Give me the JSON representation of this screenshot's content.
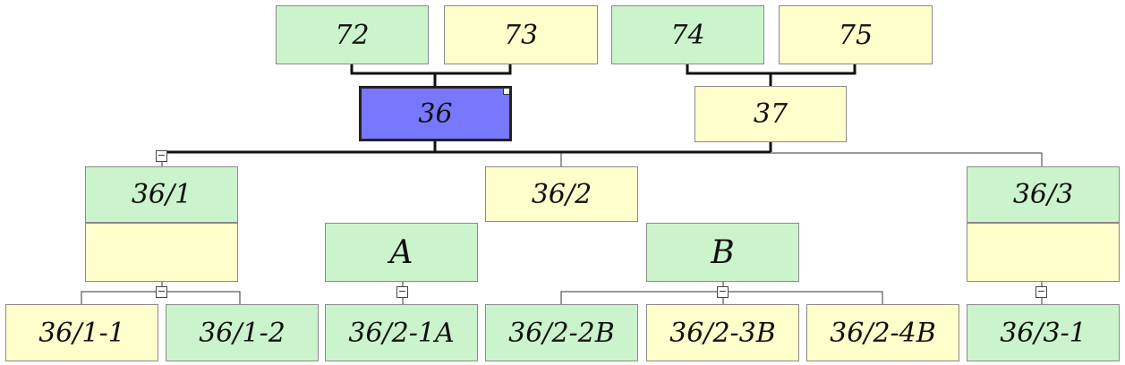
{
  "nodes": {
    "n72": {
      "label": "72"
    },
    "n73": {
      "label": "73"
    },
    "n74": {
      "label": "74"
    },
    "n75": {
      "label": "75"
    },
    "n36": {
      "label": "36"
    },
    "n37": {
      "label": "37"
    },
    "n36_1": {
      "label": "36/1"
    },
    "n36_2": {
      "label": "36/2"
    },
    "n36_3": {
      "label": "36/3"
    },
    "nA": {
      "label": "A"
    },
    "nB": {
      "label": "B"
    },
    "n36_1_1": {
      "label": "36/1-1"
    },
    "n36_1_2": {
      "label": "36/1-2"
    },
    "n36_2_1A": {
      "label": "36/2-1A"
    },
    "n36_2_2B": {
      "label": "36/2-2B"
    },
    "n36_2_3B": {
      "label": "36/2-3B"
    },
    "n36_2_4B": {
      "label": "36/2-4B"
    },
    "n36_3_1": {
      "label": "36/3-1"
    }
  },
  "toggle_symbol": "−",
  "colors": {
    "green_fill": "#ccf4cc",
    "yellow_fill": "#ffffcc",
    "selected_fill": "#7878ff"
  }
}
